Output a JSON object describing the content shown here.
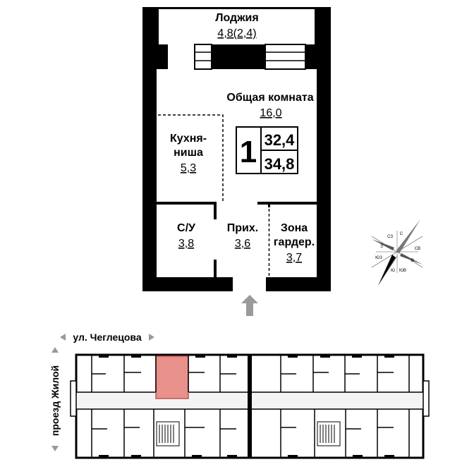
{
  "rooms": {
    "loggia": {
      "name": "Лоджия",
      "area": "4,8(2,4)"
    },
    "common": {
      "name": "Общая комната",
      "area": "16,0"
    },
    "kitchen": {
      "name_line1": "Кухня-",
      "name_line2": "ниша",
      "area": "5,3"
    },
    "bathroom": {
      "name": "С/У",
      "area": "3,8"
    },
    "hall": {
      "name": "Прих.",
      "area": "3,6"
    },
    "wardrobe": {
      "name_line1": "Зона",
      "name_line2": "гардер.",
      "area": "3,7"
    }
  },
  "summary": {
    "rooms_count": "1",
    "living_area": "32,4",
    "total_area": "34,8"
  },
  "site": {
    "street_top": "ул. Чеглецова",
    "street_left": "проезд Жилой"
  },
  "compass": {
    "labels": [
      "С",
      "СВ",
      "В",
      "ЮВ",
      "Ю",
      "ЮЗ",
      "З",
      "СЗ"
    ]
  },
  "colors": {
    "wall": "#000000",
    "highlight": "#e8908a",
    "arrow": "#9a9a9a"
  },
  "icons": [
    "entrance-arrow-icon",
    "compass-rose-icon",
    "arrow-right-icon",
    "arrow-left-icon",
    "arrow-up-icon",
    "arrow-down-icon"
  ]
}
